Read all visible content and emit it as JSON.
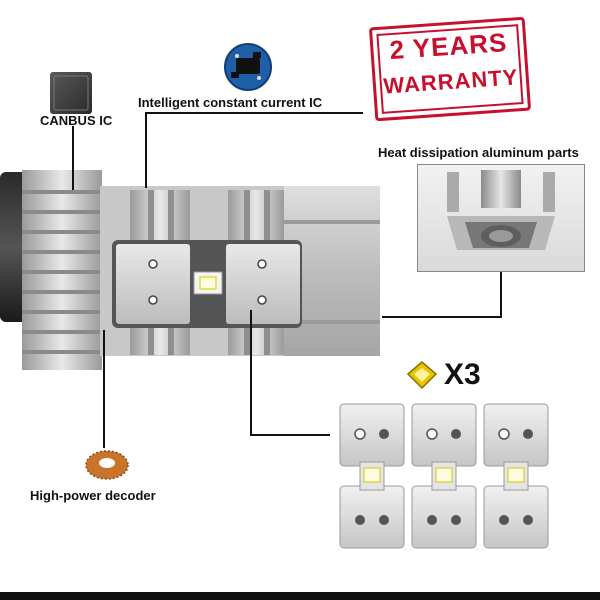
{
  "labels": {
    "canbus": "CANBUS IC",
    "ic": "Intelligent constant current IC",
    "heat": "Heat dissipation aluminum parts",
    "decoder": "High-power decoder"
  },
  "warranty": {
    "line1": "2 YEARS",
    "line2": "WARRANTY"
  },
  "led_count": "X3",
  "colors": {
    "stamp_red": "#c8102e",
    "aluminum": "#c9c9c9",
    "chip_yellow": "#e8c400",
    "coil_copper": "#c8742a"
  },
  "icons": [
    "canbus-chip-icon",
    "ic-board-icon",
    "copper-coil-icon",
    "led-chip-icon"
  ]
}
